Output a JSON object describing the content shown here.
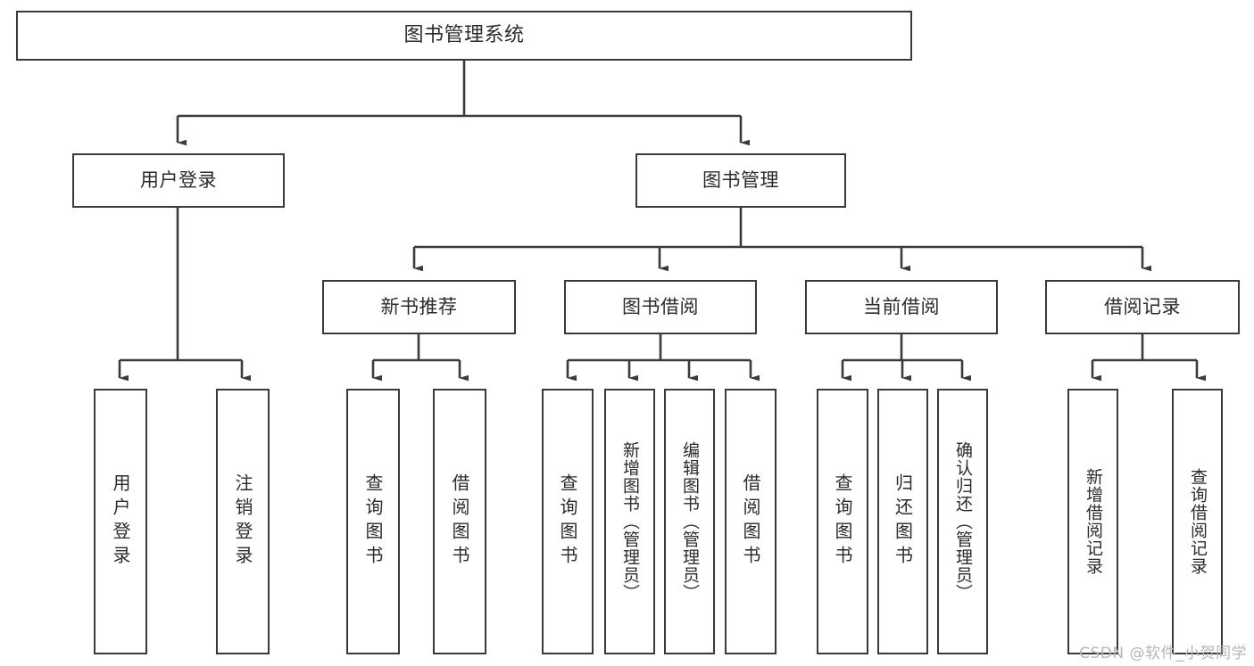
{
  "diagram": {
    "title": "图书管理系统",
    "type": "hierarchy-tree",
    "root": {
      "id": "root",
      "label": "图书管理系统"
    },
    "level1": [
      {
        "id": "user-login",
        "label": "用户登录"
      },
      {
        "id": "book-manage",
        "label": "图书管理"
      }
    ],
    "level2": [
      {
        "id": "new-book-recommend",
        "label": "新书推荐",
        "parent": "book-manage"
      },
      {
        "id": "book-borrow",
        "label": "图书借阅",
        "parent": "book-manage"
      },
      {
        "id": "current-borrow",
        "label": "当前借阅",
        "parent": "book-manage"
      },
      {
        "id": "borrow-record",
        "label": "借阅记录",
        "parent": "book-manage"
      }
    ],
    "leaves": [
      {
        "id": "leaf-user-login",
        "label": "用户登录",
        "parent": "user-login"
      },
      {
        "id": "leaf-user-logout",
        "label": "注销登录",
        "parent": "user-login"
      },
      {
        "id": "leaf-rec-query-book",
        "label": "查询图书",
        "parent": "new-book-recommend"
      },
      {
        "id": "leaf-rec-borrow-book",
        "label": "借阅图书",
        "parent": "new-book-recommend"
      },
      {
        "id": "leaf-borrow-query-book",
        "label": "查询图书",
        "parent": "book-borrow"
      },
      {
        "id": "leaf-borrow-add-book",
        "label": "新增图书（管理员）",
        "parent": "book-borrow"
      },
      {
        "id": "leaf-borrow-edit-book",
        "label": "编辑图书（管理员）",
        "parent": "book-borrow"
      },
      {
        "id": "leaf-borrow-borrow-book",
        "label": "借阅图书",
        "parent": "book-borrow"
      },
      {
        "id": "leaf-cur-query-book",
        "label": "查询图书",
        "parent": "current-borrow"
      },
      {
        "id": "leaf-cur-return-book",
        "label": "归还图书",
        "parent": "current-borrow"
      },
      {
        "id": "leaf-cur-confirm-return",
        "label": "确认归还（管理员）",
        "parent": "current-borrow"
      },
      {
        "id": "leaf-rec-add-record",
        "label": "新增借阅记录",
        "parent": "borrow-record"
      },
      {
        "id": "leaf-rec-query-record",
        "label": "查询借阅记录",
        "parent": "borrow-record"
      }
    ]
  },
  "watermark": {
    "text": "CSDN @软件_小贺同学"
  },
  "colors": {
    "border": "#3a3a3a",
    "text": "#2b2b2b",
    "background": "#ffffff",
    "watermark": "#b6b6b6"
  }
}
